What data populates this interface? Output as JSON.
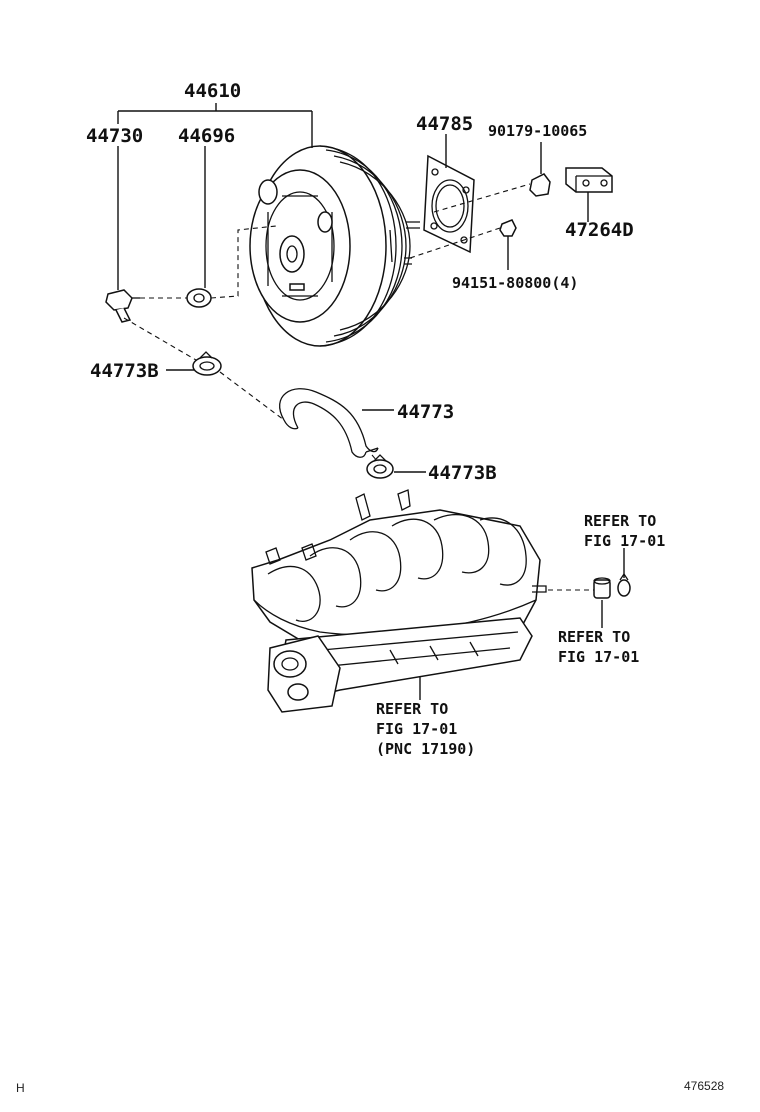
{
  "callouts": {
    "brake_booster": "44610",
    "check_valve": "44730",
    "grommet": "44696",
    "gasket": "44785",
    "stud": "90179-10065",
    "clevis": "47264D",
    "nut": "94151-80800(4)",
    "clip_upper": "44773B",
    "hose": "44773",
    "clip_lower": "44773B"
  },
  "refs": {
    "right_upper": [
      "REFER TO",
      "FIG 17-01"
    ],
    "right_lower": [
      "REFER TO",
      "FIG 17-01"
    ],
    "manifold": [
      "REFER TO",
      "FIG 17-01",
      "(PNC 17190)"
    ]
  },
  "footer": {
    "left_code": "H",
    "figure_number": "476528"
  }
}
